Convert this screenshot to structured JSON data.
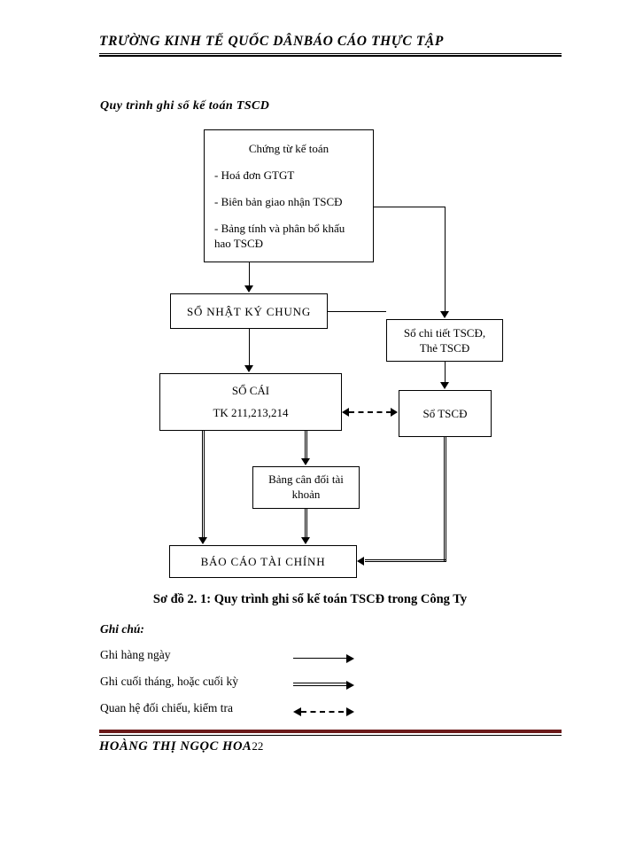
{
  "header": {
    "left_text": "TRƯỜNG KINH TẾ QUỐC DÂN",
    "right_text": "BÁO CÁO THỰC TẬP"
  },
  "section_title": "Quy trình ghi sổ kế toán TSCD",
  "diagram": {
    "nodes": {
      "documents": {
        "title": "Chứng từ kế toán",
        "items": [
          "- Hoá đơn GTGT",
          "- Biên bản giao nhận TSCĐ",
          "- Bảng tính và phân bổ khấu",
          "hao TSCĐ"
        ]
      },
      "journal": "SỔ NHẬT KÝ CHUNG",
      "detail_ledger": {
        "line1": "Sổ chi tiết TSCĐ,",
        "line2": "Thẻ TSCĐ"
      },
      "general_ledger": {
        "line1": "SỔ CÁI",
        "line2": "TK 211,213,214"
      },
      "fixed_asset_book": "Sổ TSCĐ",
      "trial_balance": {
        "line1": "Bảng cân đối tài",
        "line2": "khoản"
      },
      "financial_statements": "BÁO CÁO TÀI CHÍNH"
    }
  },
  "caption": "Sơ đồ 2. 1: Quy trình ghi sổ kế toán TSCĐ trong Công Ty",
  "legend": {
    "title": "Ghi chú:",
    "rows": [
      {
        "label": "Ghi hàng ngày",
        "symbol": "single-arrow"
      },
      {
        "label": "Ghi cuối tháng, hoặc cuối kỳ",
        "symbol": "double-arrow"
      },
      {
        "label": "Quan hệ đối chiếu, kiểm tra",
        "symbol": "dashed-double-headed-arrow"
      }
    ]
  },
  "footer": {
    "author": "HOÀNG THỊ NGỌC HOA",
    "page_number": "22"
  },
  "colors": {
    "rule_maroon": "#6b1a1a",
    "ink": "#000000",
    "page": "#ffffff"
  }
}
